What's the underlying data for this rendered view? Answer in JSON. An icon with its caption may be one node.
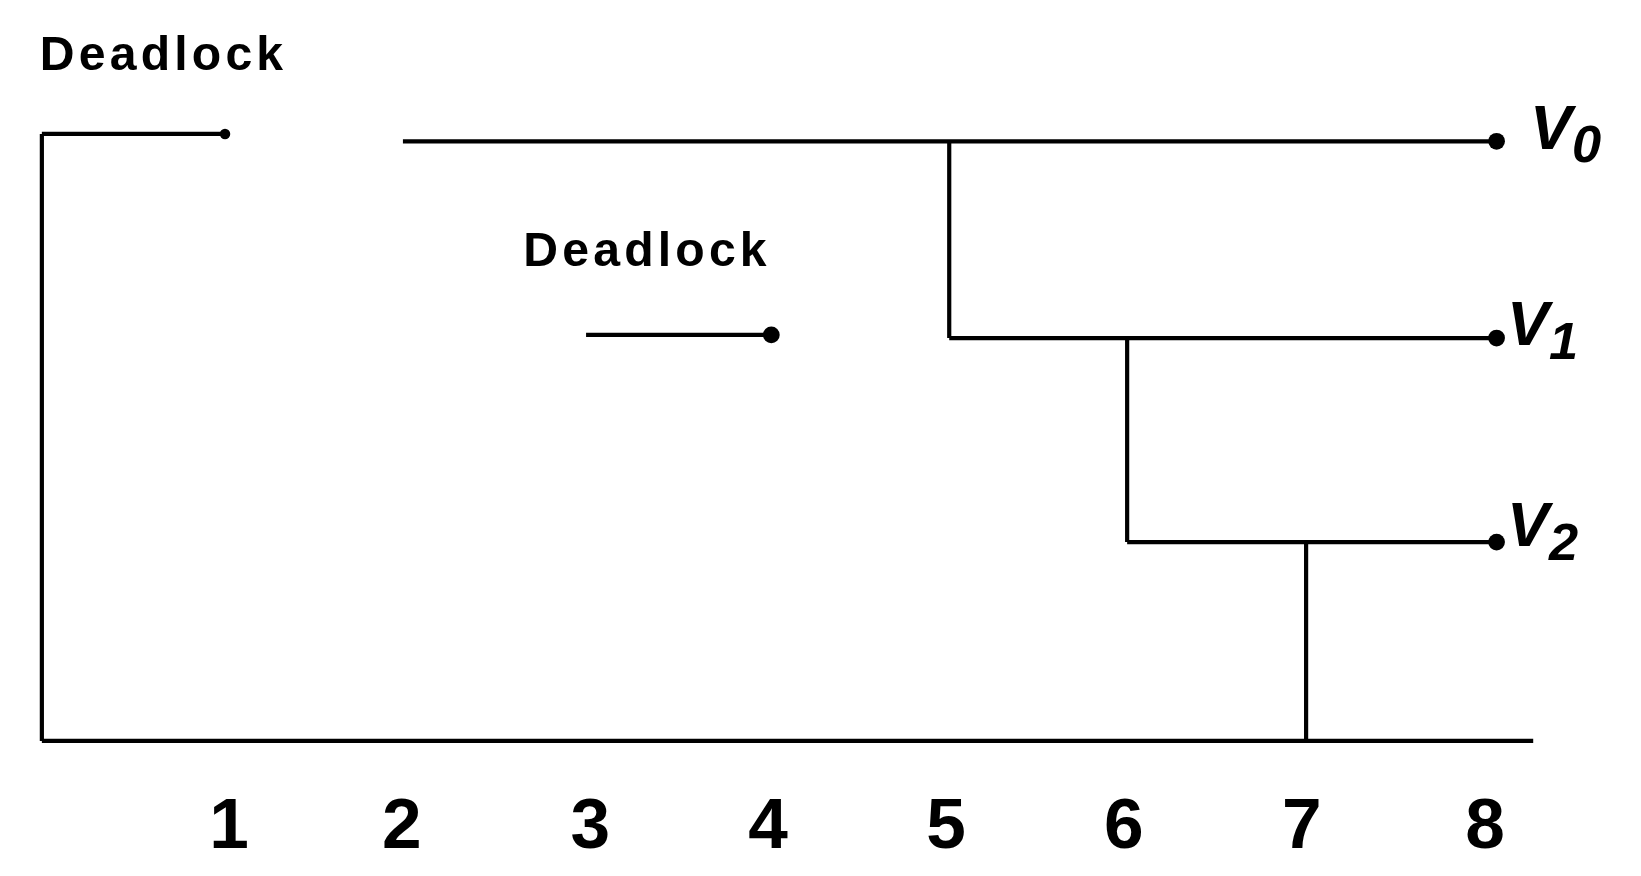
{
  "diagram": {
    "labels": [
      "Deadlock",
      "V$_{0}$",
      "Deadlock",
      "V$_{1}$",
      "V$_{2}$",
      "1",
      "2",
      "3",
      "4",
      "5",
      "6",
      "7",
      "8"
    ]
  }
}
